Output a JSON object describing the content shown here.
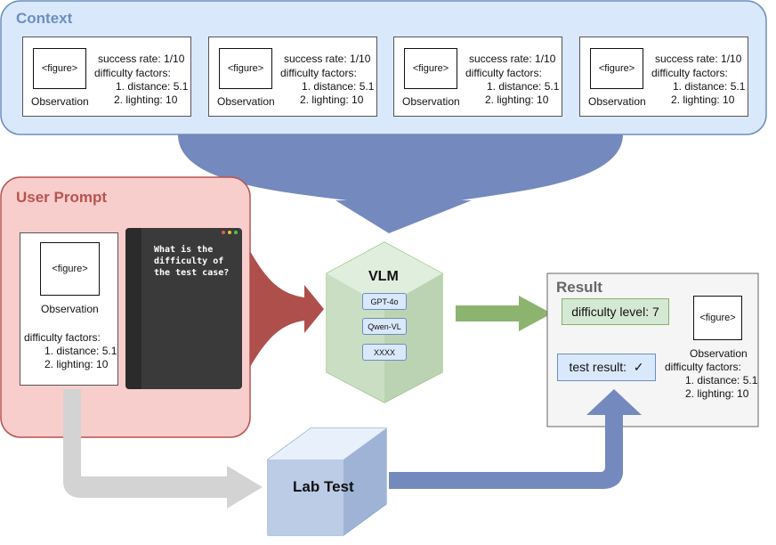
{
  "colors": {
    "context_fill": "#dae8fc",
    "context_border": "#6c8ebf",
    "prompt_fill": "#f8cecc",
    "prompt_border": "#b85450",
    "vlm_fill": "#d5e8d4",
    "vlm_border": "#82b366",
    "result_fill": "#f5f5f5",
    "result_border": "#666666",
    "arrow_blue": "#7489bd",
    "arrow_red": "#ae4f4c",
    "arrow_green": "#8cb46e",
    "arrow_gray": "#d3d3d3"
  },
  "context": {
    "title": "Context",
    "cards": [
      {
        "figure": "<figure>",
        "observation": "Observation",
        "success_rate": "success rate: 1/10",
        "difficulty_label": "difficulty factors:",
        "factor1": "1. distance: 5.1",
        "factor2": "2. lighting: 10"
      },
      {
        "figure": "<figure>",
        "observation": "Observation",
        "success_rate": "success rate: 1/10",
        "difficulty_label": "difficulty factors:",
        "factor1": "1. distance: 5.1",
        "factor2": "2. lighting: 10"
      },
      {
        "figure": "<figure>",
        "observation": "Observation",
        "success_rate": "success rate: 1/10",
        "difficulty_label": "difficulty factors:",
        "factor1": "1. distance: 5.1",
        "factor2": "2. lighting: 10"
      },
      {
        "figure": "<figure>",
        "observation": "Observation",
        "success_rate": "success rate: 1/10",
        "difficulty_label": "difficulty factors:",
        "factor1": "1. distance: 5.1",
        "factor2": "2. lighting: 10"
      }
    ]
  },
  "user_prompt": {
    "title": "User Prompt",
    "figure": "<figure>",
    "observation": "Observation",
    "difficulty_label": "difficulty factors:",
    "factor1": "1. distance: 5.1",
    "factor2": "2. lighting: 10",
    "question": "What is the difficulty of the test case?"
  },
  "vlm": {
    "title": "VLM",
    "models": [
      "GPT-4o",
      "Qwen-VL",
      "XXXX"
    ]
  },
  "result": {
    "title": "Result",
    "difficulty_level": "difficulty level: 7",
    "test_result": "test result:  ✓",
    "figure": "<figure>",
    "observation": "Observation",
    "difficulty_label": "difficulty factors:",
    "factor1": "1. distance: 5.1",
    "factor2": "2. lighting: 10"
  },
  "lab_test": {
    "title": "Lab Test"
  }
}
